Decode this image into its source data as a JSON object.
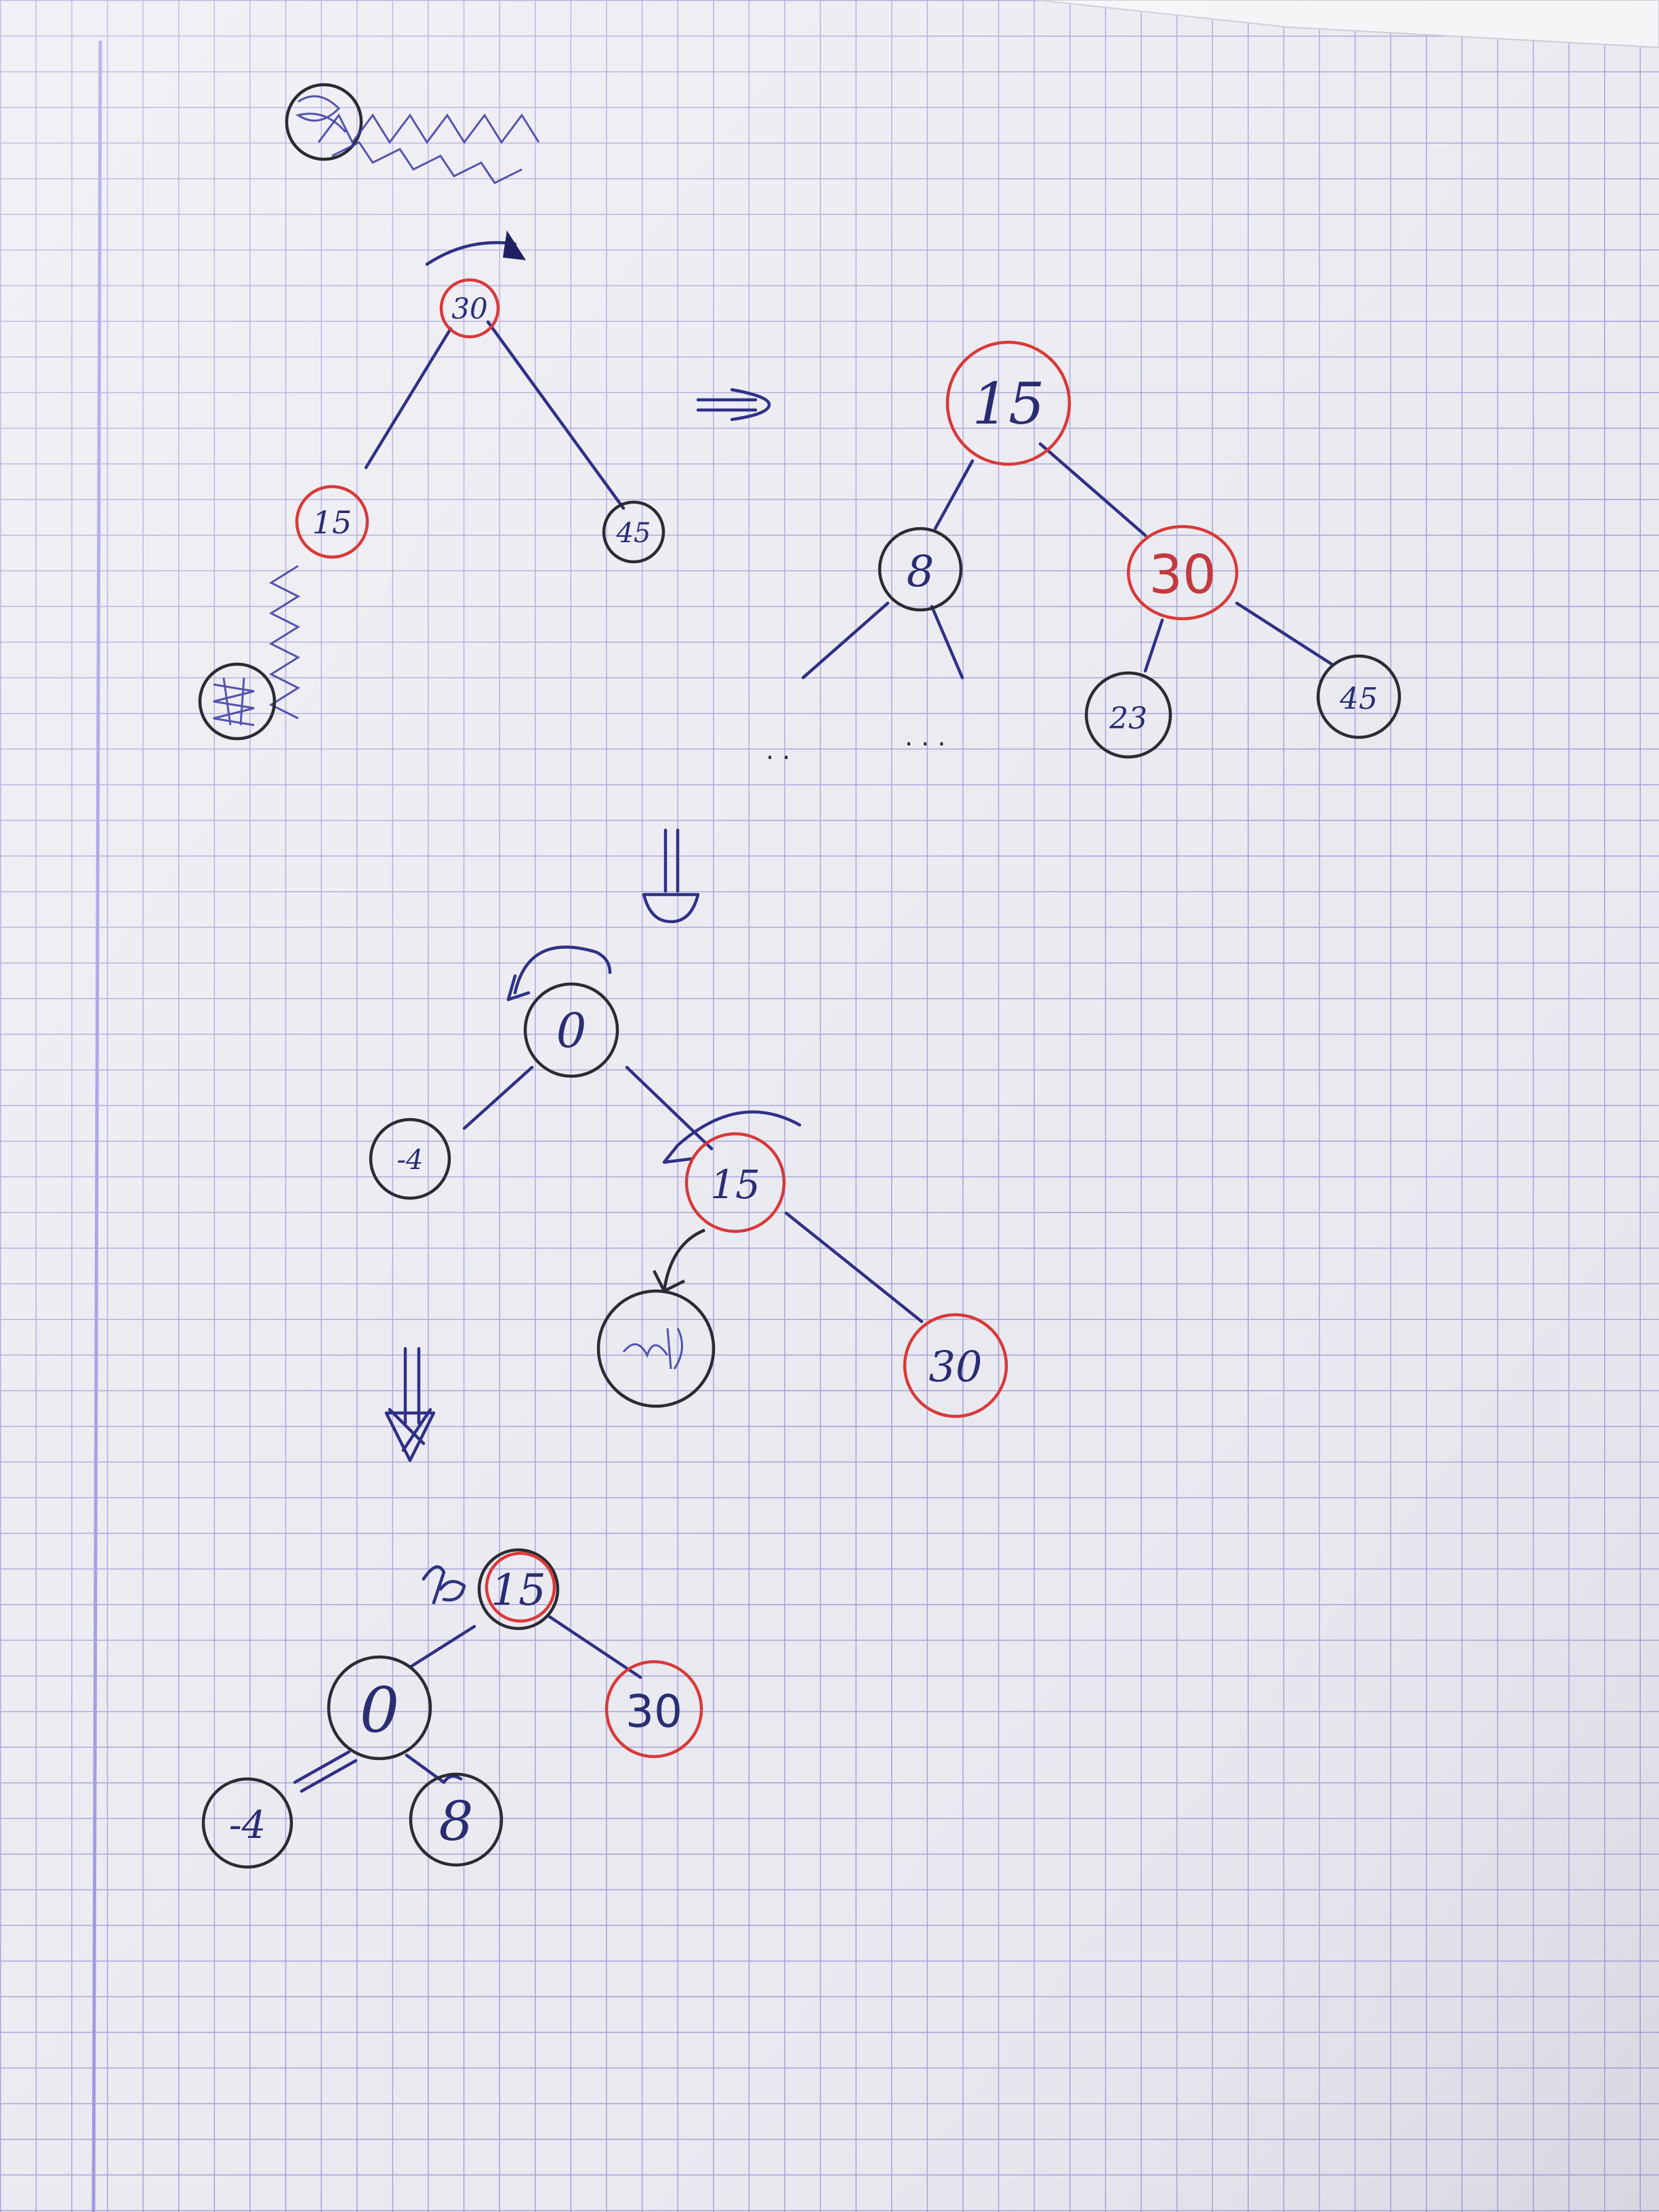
{
  "sketch_1": {
    "root_label": "30",
    "right_leaf_label": "45",
    "red_node_label": "15"
  },
  "sketch_2": {
    "root_label": "15",
    "left_label": "8",
    "right_red_label": "30",
    "right_left_label": "23",
    "right_right_label": "45",
    "ellipsis_left": ". .",
    "ellipsis_right": ". . ."
  },
  "sketch_3": {
    "root_label": "0",
    "left_label": "-4",
    "right_red_label": "15",
    "right_right_label": "30"
  },
  "sketch_4": {
    "root_label": "15",
    "left_label": "0",
    "right_red_label": "30",
    "left_left_label": "-4",
    "left_right_label": "8"
  },
  "colors": {
    "paper": "#e8e8ef",
    "grid": "#9c97d6",
    "margin_line": "#9a93e0",
    "ink_blue": "#2f3185",
    "ink_red": "#d8393a",
    "ink_black": "#2b2b33"
  }
}
